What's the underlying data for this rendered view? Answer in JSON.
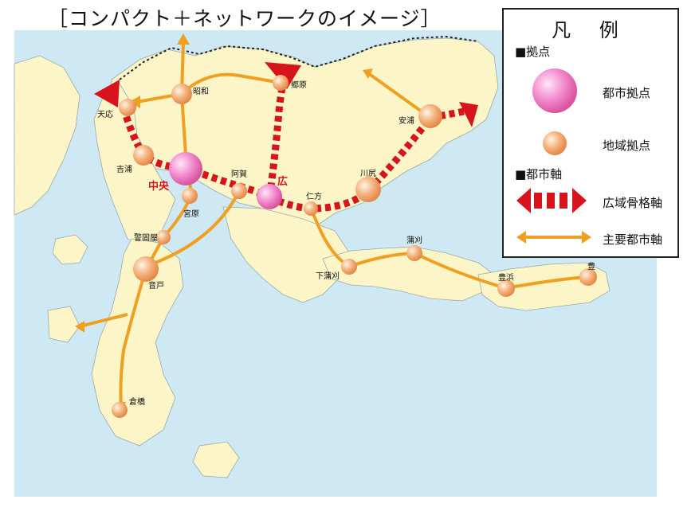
{
  "title": "［コンパクト＋ネットワークのイメージ］",
  "legend": {
    "title": "凡 例",
    "section_hubs": "■拠点",
    "item_urban_hub": "都市拠点",
    "item_regional_hub": "地域拠点",
    "section_axes": "■都市軸",
    "item_wide_axis": "広域骨格軸",
    "item_main_axis": "主要都市軸"
  },
  "places": {
    "tenno": "天応",
    "showa": "昭和",
    "gohara": "郷原",
    "yasuura": "安浦",
    "yoshiura": "吉浦",
    "chuo": "中央",
    "aga": "阿賀",
    "hiro": "広",
    "kawajiri": "川尻",
    "nigata": "仁方",
    "miyahara": "宮原",
    "keigoya": "警固屋",
    "ondo": "音戸",
    "shimokamagari": "下蒲刈",
    "kamagari": "蒲刈",
    "yutaka": "豊浜",
    "kure_east": "豊",
    "kurahashi": "倉橋"
  },
  "colors": {
    "sea": "#cfe9f4",
    "land": "#fbf5c8",
    "wide_axis": "#d7141b",
    "main_axis": "#f0a020",
    "urban_hub": "#f08ac8",
    "regional_hub": "#f2b27a"
  }
}
